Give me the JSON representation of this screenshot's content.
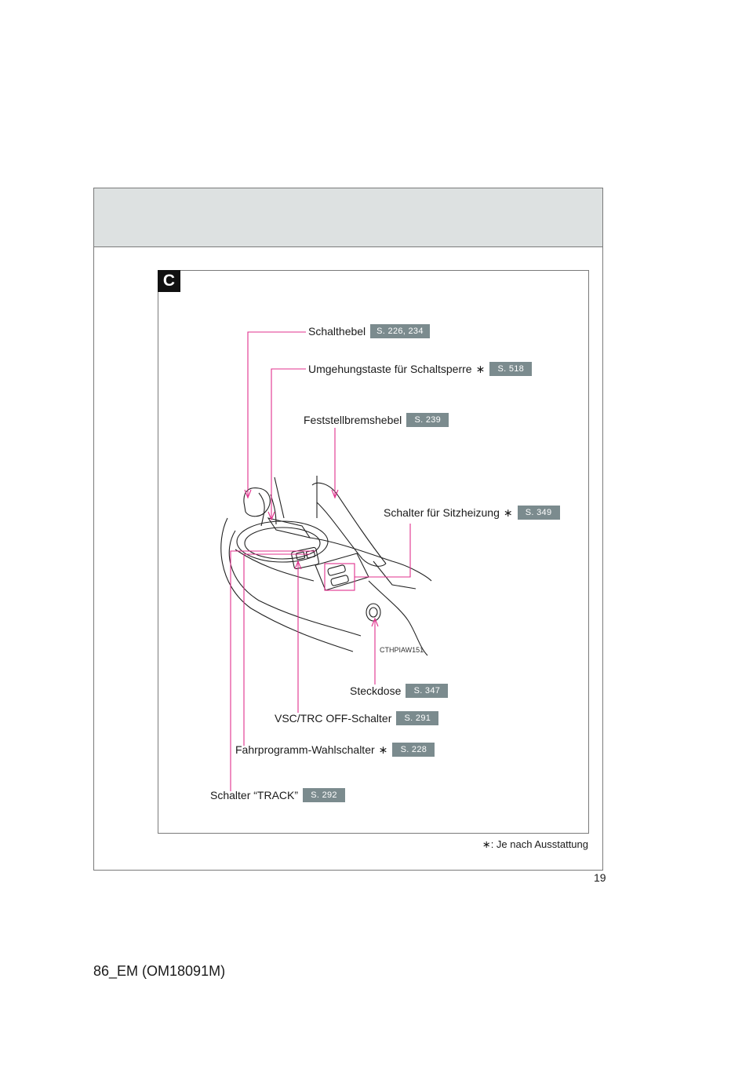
{
  "section_letter": "C",
  "figure_code": "CTHPIAW151",
  "callouts": {
    "shift_lever": {
      "label": "Schalthebel",
      "ref": "S. 226, 234"
    },
    "shift_lock": {
      "label": "Umgehungstaste für Schaltsperre",
      "star": "∗",
      "ref": "S. 518"
    },
    "parking_brake": {
      "label": "Feststellbremshebel",
      "ref": "S. 239"
    },
    "seat_heater": {
      "label": "Schalter für Sitzheizung",
      "star": "∗",
      "ref": "S. 349"
    },
    "power_outlet": {
      "label": "Steckdose",
      "ref": "S. 347"
    },
    "vsc_trc": {
      "label": "VSC/TRC OFF-Schalter",
      "ref": "S. 291"
    },
    "drive_mode": {
      "label": "Fahrprogramm-Wahlschalter",
      "star": "∗",
      "ref": "S. 228"
    },
    "track": {
      "label": "Schalter “TRACK”",
      "ref": "S. 292"
    }
  },
  "footnote": "∗: Je nach Ausstattung",
  "page_number": "19",
  "doc_code": "86_EM (OM18091M)",
  "colors": {
    "leader": "#e0308c",
    "ref_badge": "#7b8b8e",
    "header_band": "#dde1e1"
  }
}
